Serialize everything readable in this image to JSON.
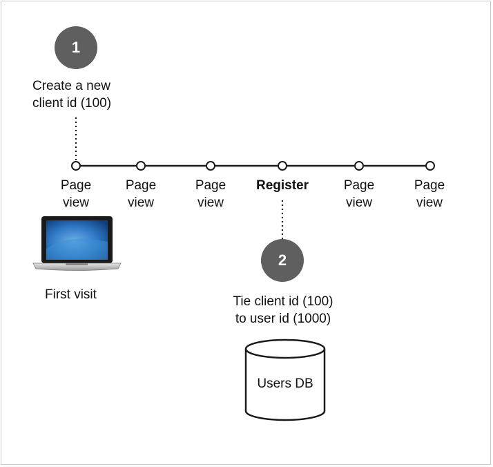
{
  "steps": [
    {
      "number": "1",
      "text_line1": "Create a new",
      "text_line2": "client id (100)"
    },
    {
      "number": "2",
      "text_line1": "Tie client id (100)",
      "text_line2": "to user id (1000)"
    }
  ],
  "timeline": [
    {
      "line1": "Page",
      "line2": "view",
      "bold": false
    },
    {
      "line1": "Page",
      "line2": "view",
      "bold": false
    },
    {
      "line1": "Page",
      "line2": "view",
      "bold": false
    },
    {
      "line1": "Register",
      "line2": "",
      "bold": true
    },
    {
      "line1": "Page",
      "line2": "view",
      "bold": false
    },
    {
      "line1": "Page",
      "line2": "view",
      "bold": false
    }
  ],
  "first_visit_label": "First visit",
  "database_label": "Users DB",
  "icons": {
    "laptop": "laptop-icon",
    "database": "database-cylinder-icon"
  },
  "colors": {
    "badge": "#5f5f5f",
    "line": "#1a1a1a",
    "laptop_screen": "#1d5fa8"
  }
}
